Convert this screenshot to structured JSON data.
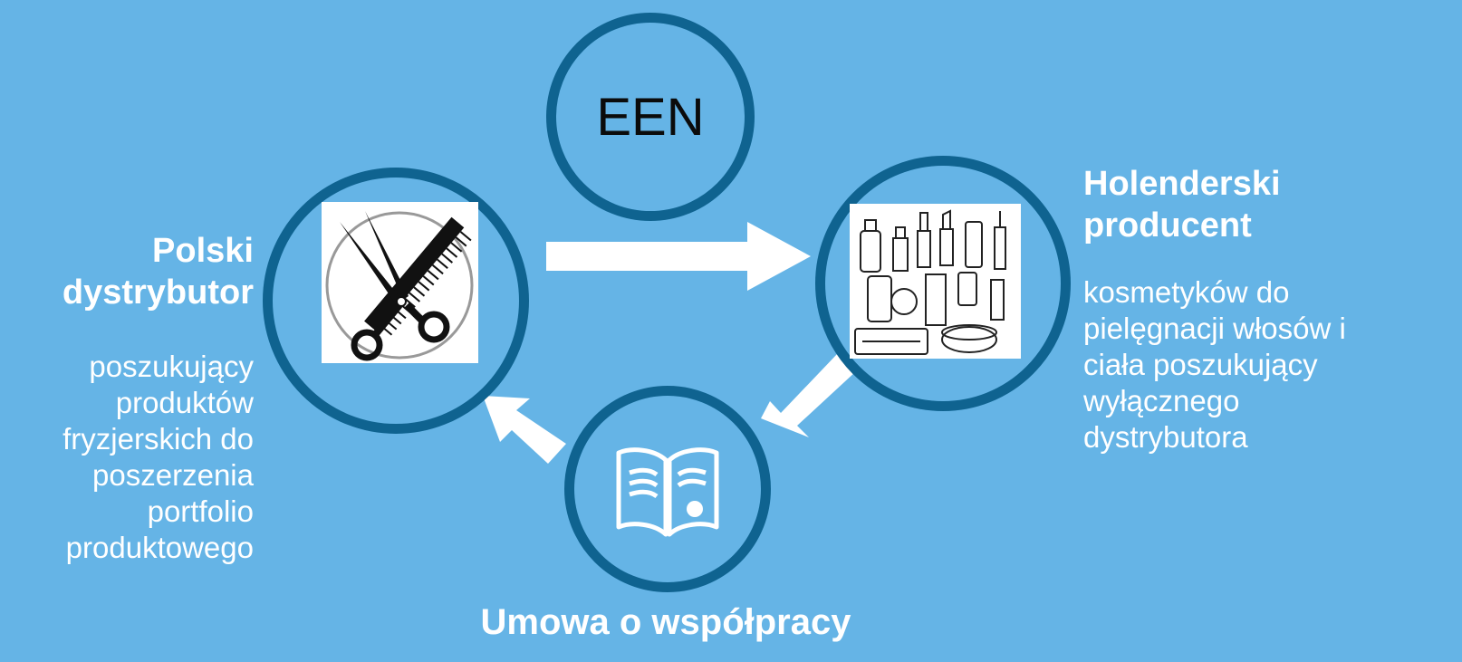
{
  "een_label": "EEN",
  "left": {
    "title_line1": "Polski",
    "title_line2": "dystrybutor",
    "desc_lines": [
      "poszukujący",
      "produktów",
      "fryzjerskich do",
      "poszerzenia",
      "portfolio",
      "produktowego"
    ]
  },
  "right": {
    "title_line1": "Holenderski",
    "title_line2": "producent",
    "desc_lines": [
      "kosmetyków do",
      "pielęgnacji włosów i",
      "ciała poszukujący",
      "wyłącznego",
      "dystrybutora"
    ]
  },
  "bottom_title": "Umowa o współpracy",
  "colors": {
    "background": "#65b4e6",
    "ring": "#0f6390",
    "text": "#ffffff"
  },
  "icons": [
    "scissors-comb-icon",
    "cosmetics-icon",
    "open-book-icon"
  ]
}
